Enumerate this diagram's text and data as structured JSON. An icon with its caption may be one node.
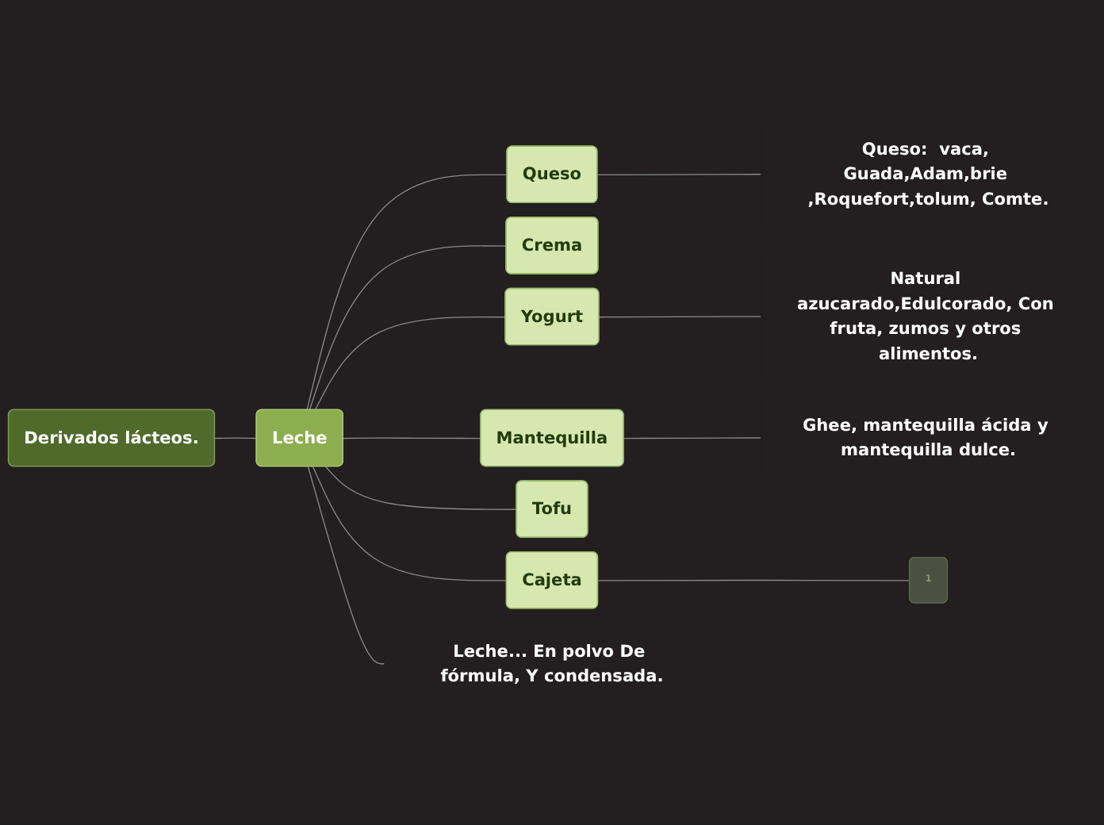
{
  "diagram": {
    "nodes": [
      {
        "text": [
          "Derivados lácteos."
        ]
      },
      {
        "text": [
          "Leche"
        ]
      },
      {
        "text": [
          "Queso"
        ]
      },
      {
        "text": [
          "Queso:  vaca, Guada,Adam,brie ,Roquefort,tolum, Comte."
        ]
      },
      {
        "text": [
          "Crema"
        ]
      },
      {
        "text": [
          "Yogurt"
        ]
      },
      {
        "text": [
          "Natural azucarado,Edulcorado, Con fruta, zumos y otros alimentos."
        ]
      },
      {
        "text": [
          "Mantequilla"
        ]
      },
      {
        "text": [
          "Ghee, mantequilla ácida y mantequilla dulce."
        ]
      },
      {
        "text": [
          "Tofu"
        ]
      },
      {
        "text": [
          "Cajeta"
        ]
      },
      {
        "text": [
          "1"
        ]
      },
      {
        "text": [
          "Leche... En polvo De fórmula, Y condensada."
        ]
      }
    ],
    "edges": [
      {
        "from": 0,
        "to": 1,
        "arrow": "none"
      },
      {
        "from": 1,
        "to": 2,
        "arrow": "none"
      },
      {
        "from": 2,
        "to": 3,
        "arrow": "none"
      },
      {
        "from": 1,
        "to": 4,
        "arrow": "none"
      },
      {
        "from": 1,
        "to": 5,
        "arrow": "none"
      },
      {
        "from": 5,
        "to": 6,
        "arrow": "none"
      },
      {
        "from": 1,
        "to": 7,
        "arrow": "none"
      },
      {
        "from": 7,
        "to": 8,
        "arrow": "none"
      },
      {
        "from": 1,
        "to": 9,
        "arrow": "none"
      },
      {
        "from": 1,
        "to": 10,
        "arrow": "none"
      },
      {
        "from": 10,
        "to": 11,
        "arrow": "none"
      },
      {
        "from": 1,
        "to": 12,
        "arrow": "none"
      }
    ]
  }
}
